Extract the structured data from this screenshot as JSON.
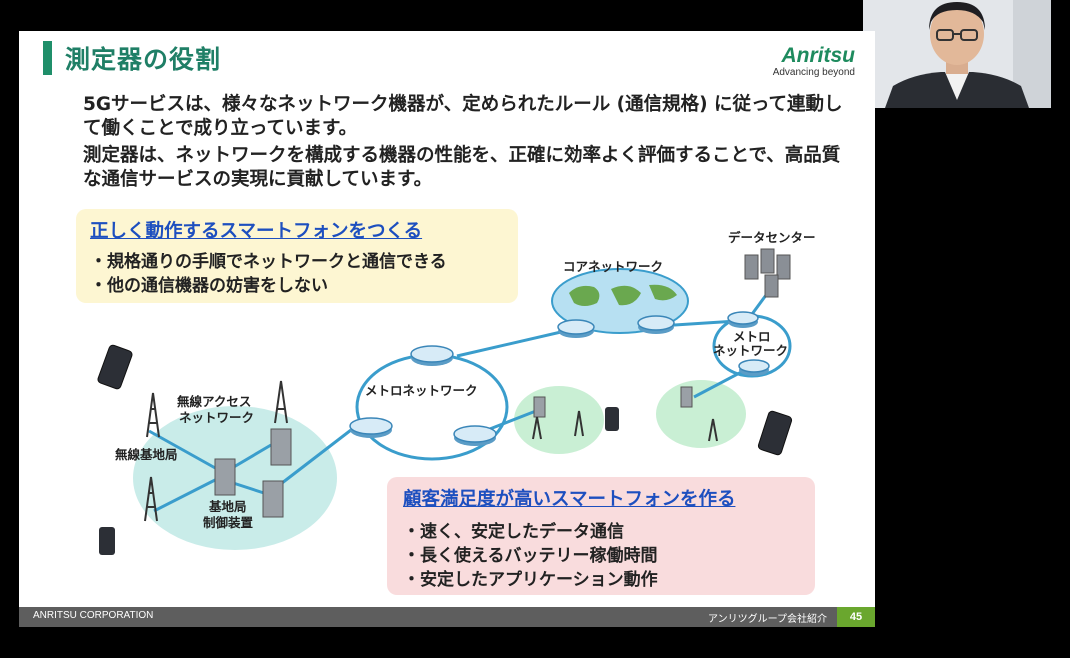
{
  "slide": {
    "title": "測定器の役割",
    "logo": {
      "word": "Anritsu",
      "tagline": "Advancing beyond"
    },
    "paragraphs": [
      "5Gサービスは、様々なネットワーク機器が、定められたルール (通信規格) に従って連動して働くことで成り立っています。",
      "測定器は、ネットワークを構成する機器の性能を、正確に効率よく評価することで、高品質な通信サービスの実現に貢献しています。"
    ],
    "box_yellow": {
      "title": "正しく動作するスマートフォンをつくる",
      "bullets": [
        "・規格通りの手順でネットワークと通信できる",
        "・他の通信機器の妨害をしない"
      ]
    },
    "box_pink": {
      "title": "顧客満足度が高いスマートフォンを作る",
      "bullets": [
        "・速く、安定したデータ通信",
        "・長く使えるバッテリー稼働時間",
        "・安定したアプリケーション動作"
      ]
    },
    "diagram_labels": {
      "core_network": "コアネットワーク",
      "data_center": "データセンター",
      "metro_network": "メトロネットワーク",
      "metro_network_small_1": "メトロ",
      "metro_network_small_2": "ネットワーク",
      "radio_access_1": "無線アクセス",
      "radio_access_2": "ネットワーク",
      "radio_base_station": "無線基地局",
      "base_station_controller_1": "基地局",
      "base_station_controller_2": "制御装置"
    },
    "footer": {
      "company": "ANRITSU CORPORATION",
      "section": "アンリツグループ会社紹介",
      "page": "45"
    },
    "colors": {
      "accent_green": "#1f8f6a",
      "link_blue": "#1d4fbf",
      "yellow_box": "#fdf6d2",
      "pink_box": "#f9dcdd",
      "page_green": "#6aa72e"
    }
  }
}
